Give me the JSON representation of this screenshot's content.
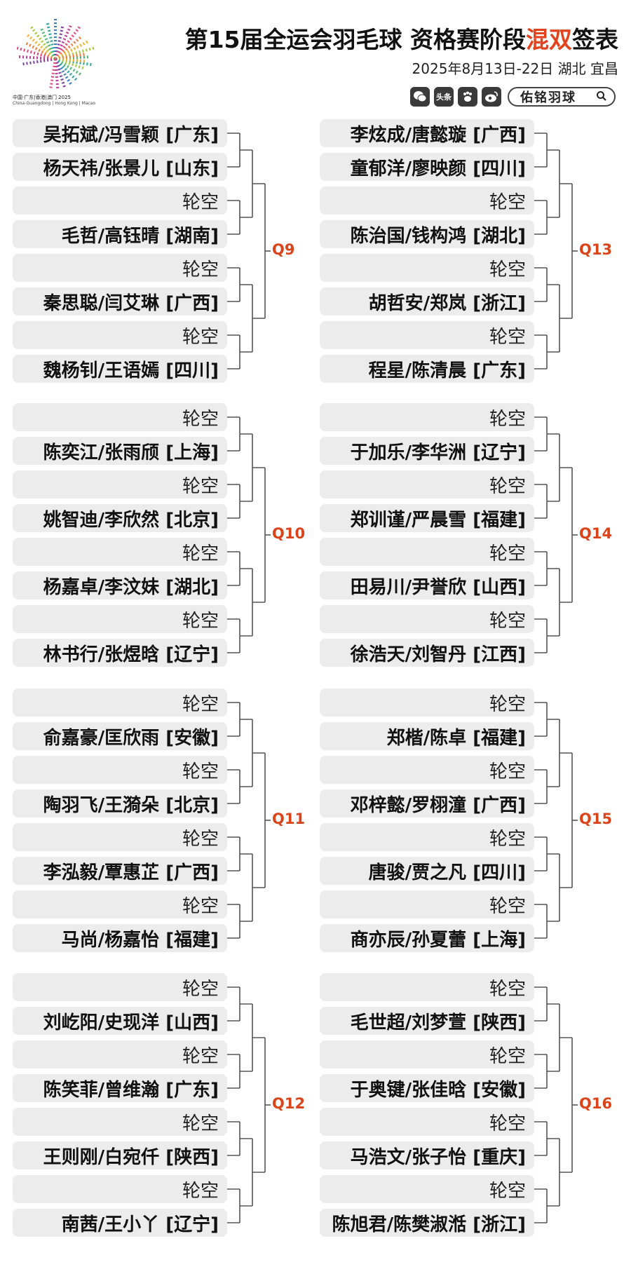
{
  "header": {
    "title_pre": "第15届全运会羽毛球 资格赛阶段",
    "title_highlight": "混双",
    "title_post": "签表",
    "subtitle": "2025年8月13日-22日 湖北 宜昌",
    "logo_line1": "中国·广东|香港|澳门 2025",
    "logo_line2": "China-Guangdong | Hong Kong | Macao",
    "social_icons": [
      "wechat-icon",
      "toutiao-icon",
      "paw-icon",
      "weibo-icon"
    ],
    "toutiao_label": "头条",
    "search_label": "佑铭羽球",
    "accent_color": "#d9441b"
  },
  "brackets": [
    {
      "label": "Q9",
      "entries": [
        {
          "name": "吴拓斌/冯雪颖 [广东]",
          "bye": false
        },
        {
          "name": "杨天祎/张景儿 [山东]",
          "bye": false
        },
        {
          "name": "轮空",
          "bye": true
        },
        {
          "name": "毛哲/高钰晴 [湖南]",
          "bye": false
        },
        {
          "name": "轮空",
          "bye": true
        },
        {
          "name": "秦思聪/闫艾琳 [广西]",
          "bye": false
        },
        {
          "name": "轮空",
          "bye": true
        },
        {
          "name": "魏杨钊/王语嫣 [四川]",
          "bye": false
        }
      ]
    },
    {
      "label": "Q13",
      "entries": [
        {
          "name": "李炫成/唐懿璇 [广西]",
          "bye": false
        },
        {
          "name": "童郁洋/廖映颜 [四川]",
          "bye": false
        },
        {
          "name": "轮空",
          "bye": true
        },
        {
          "name": "陈治国/钱构鸿 [湖北]",
          "bye": false
        },
        {
          "name": "轮空",
          "bye": true
        },
        {
          "name": "胡哲安/郑岚 [浙江]",
          "bye": false
        },
        {
          "name": "轮空",
          "bye": true
        },
        {
          "name": "程星/陈清晨 [广东]",
          "bye": false
        }
      ]
    },
    {
      "label": "Q10",
      "entries": [
        {
          "name": "轮空",
          "bye": true
        },
        {
          "name": "陈奕江/张雨颀 [上海]",
          "bye": false
        },
        {
          "name": "轮空",
          "bye": true
        },
        {
          "name": "姚智迪/李欣然 [北京]",
          "bye": false
        },
        {
          "name": "轮空",
          "bye": true
        },
        {
          "name": "杨嘉卓/李汶妹 [湖北]",
          "bye": false
        },
        {
          "name": "轮空",
          "bye": true
        },
        {
          "name": "林书行/张煜晗 [辽宁]",
          "bye": false
        }
      ]
    },
    {
      "label": "Q14",
      "entries": [
        {
          "name": "轮空",
          "bye": true
        },
        {
          "name": "于加乐/李华洲 [辽宁]",
          "bye": false
        },
        {
          "name": "轮空",
          "bye": true
        },
        {
          "name": "郑训谨/严晨雪 [福建]",
          "bye": false
        },
        {
          "name": "轮空",
          "bye": true
        },
        {
          "name": "田易川/尹誉欣 [山西]",
          "bye": false
        },
        {
          "name": "轮空",
          "bye": true
        },
        {
          "name": "徐浩天/刘智丹 [江西]",
          "bye": false
        }
      ]
    },
    {
      "label": "Q11",
      "entries": [
        {
          "name": "轮空",
          "bye": true
        },
        {
          "name": "俞嘉豪/匡欣雨 [安徽]",
          "bye": false
        },
        {
          "name": "轮空",
          "bye": true
        },
        {
          "name": "陶羽飞/王漪朵 [北京]",
          "bye": false
        },
        {
          "name": "轮空",
          "bye": true
        },
        {
          "name": "李泓毅/覃惠芷 [广西]",
          "bye": false
        },
        {
          "name": "轮空",
          "bye": true
        },
        {
          "name": "马尚/杨嘉怡 [福建]",
          "bye": false
        }
      ]
    },
    {
      "label": "Q15",
      "entries": [
        {
          "name": "轮空",
          "bye": true
        },
        {
          "name": "郑楷/陈卓 [福建]",
          "bye": false
        },
        {
          "name": "轮空",
          "bye": true
        },
        {
          "name": "邓梓懿/罗栩潼 [广西]",
          "bye": false
        },
        {
          "name": "轮空",
          "bye": true
        },
        {
          "name": "唐骏/贾之凡 [四川]",
          "bye": false
        },
        {
          "name": "轮空",
          "bye": true
        },
        {
          "name": "商亦辰/孙夏蕾 [上海]",
          "bye": false
        }
      ]
    },
    {
      "label": "Q12",
      "entries": [
        {
          "name": "轮空",
          "bye": true
        },
        {
          "name": "刘屹阳/史现洋 [山西]",
          "bye": false
        },
        {
          "name": "轮空",
          "bye": true
        },
        {
          "name": "陈笑菲/曾维瀚 [广东]",
          "bye": false
        },
        {
          "name": "轮空",
          "bye": true
        },
        {
          "name": "王则刚/白宛仟 [陕西]",
          "bye": false
        },
        {
          "name": "轮空",
          "bye": true
        },
        {
          "name": "南茜/王小丫 [辽宁]",
          "bye": false
        }
      ]
    },
    {
      "label": "Q16",
      "entries": [
        {
          "name": "轮空",
          "bye": true
        },
        {
          "name": "毛世超/刘梦萱 [陕西]",
          "bye": false
        },
        {
          "name": "轮空",
          "bye": true
        },
        {
          "name": "于奥键/张佳晗 [安徽]",
          "bye": false
        },
        {
          "name": "轮空",
          "bye": true
        },
        {
          "name": "马浩文/张子怡 [重庆]",
          "bye": false
        },
        {
          "name": "轮空",
          "bye": true
        },
        {
          "name": "陈旭君/陈樊淑湉 [浙江]",
          "bye": false
        }
      ]
    }
  ]
}
